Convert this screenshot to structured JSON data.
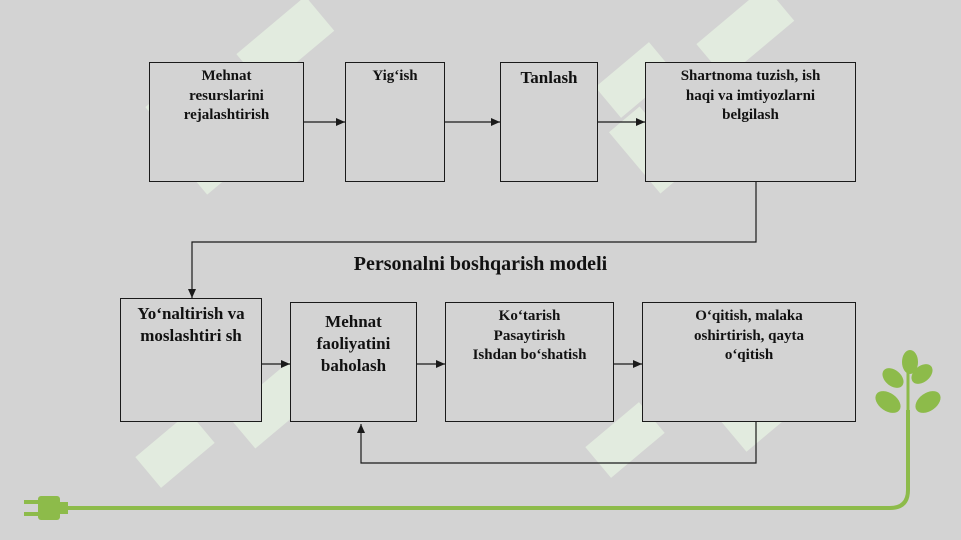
{
  "title": "Personalni boshqarish modeli",
  "boxes": [
    {
      "id": "box1",
      "lines": [
        "Mehnat",
        "resurslarini",
        "rejalashtirish"
      ]
    },
    {
      "id": "box2",
      "lines": [
        "Yig‘ish"
      ]
    },
    {
      "id": "box3",
      "lines": [
        "Tanlash"
      ]
    },
    {
      "id": "box4",
      "lines": [
        "Shartnoma tuzish, ish",
        "haqi va imtiyozlarni",
        "belgilash"
      ]
    },
    {
      "id": "box5",
      "lines": [
        "Yo‘naltirish va",
        "moslashtiri sh"
      ]
    },
    {
      "id": "box6",
      "lines": [
        "Mehnat",
        "faoliyatini",
        "baholash"
      ]
    },
    {
      "id": "box7",
      "lines": [
        "Ko‘tarish",
        "Pasaytirish",
        "Ishdan bo‘shatish"
      ]
    },
    {
      "id": "box8",
      "lines": [
        "O‘qitish, malaka",
        "oshirtirish, qayta",
        "o‘qitish"
      ]
    }
  ],
  "colors": {
    "background": "#d3d3d3",
    "line": "#1a1a1a",
    "decor_green": "#8dbb4a",
    "watermark": "#e6efe0"
  },
  "icons": [
    "plug-icon",
    "leaf-sprout-icon",
    "watermark-logo"
  ]
}
